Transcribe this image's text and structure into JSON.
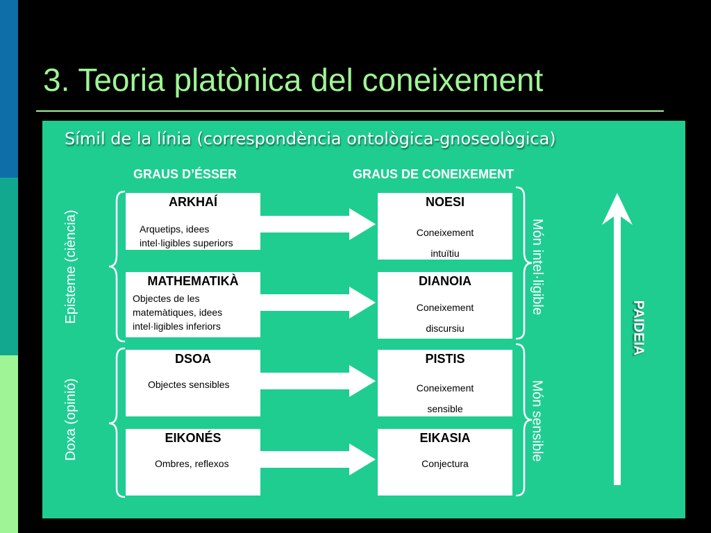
{
  "title": "3. Teoria platònica del coneixement",
  "subtitle": "Símil de la línia (correspondència ontològica-gnoseològica)",
  "columns": {
    "being": "GRAUS D’ÉSSER",
    "knowledge": "GRAUS DE CONEIXEMENT"
  },
  "being": [
    {
      "title": "ARKHAÍ",
      "lines": [
        "Arquetips, idees",
        "intel·ligibles superiors"
      ]
    },
    {
      "title": "MATHEMATIKÀ",
      "lines": [
        "Objectes de les",
        "matemàtiques, idees",
        "intel·ligibles inferiors"
      ]
    },
    {
      "title": "DSOA",
      "lines": [
        "Objectes sensibles"
      ]
    },
    {
      "title": "EIKONÉS",
      "lines": [
        "Ombres, reflexos"
      ]
    }
  ],
  "knowledge": [
    {
      "title": "NOESI",
      "lines": [
        "Coneixement",
        "intuïtiu"
      ]
    },
    {
      "title": "DIANOIA",
      "lines": [
        "Coneixement",
        "discursiu"
      ]
    },
    {
      "title": "PISTIS",
      "lines": [
        "Coneixement",
        "sensible"
      ]
    },
    {
      "title": "EIKASIA",
      "lines": [
        "Conjectura"
      ]
    }
  ],
  "left_labels": {
    "episteme": "Episteme (ciència)",
    "doxa": "Doxa (opinió)"
  },
  "right_labels": {
    "intelligible": "Món intel·ligible",
    "sensible": "Món sensible"
  },
  "progress_label": "PAIDEIA",
  "colors": {
    "background": "#000000",
    "panel": "#1fcd91",
    "title": "#9ff595",
    "stripe_top": "#0d6ea8",
    "stripe_mid": "#12a890",
    "stripe_bottom": "#9ff595"
  }
}
